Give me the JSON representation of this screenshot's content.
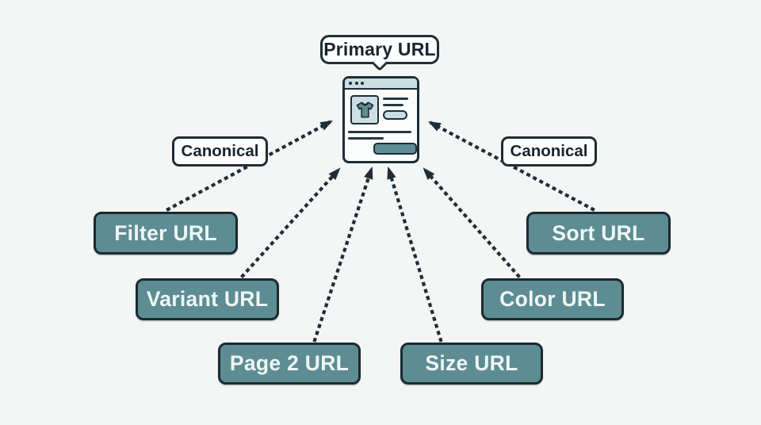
{
  "colors": {
    "background": "#f4f5f5",
    "ink": "#1f2d36",
    "teal": "#5d8d93",
    "teal_light": "#c9dfe2",
    "pill_white": "#fdfefe",
    "box_text": "#eff6f6"
  },
  "primary_page": {
    "label": "Primary URL"
  },
  "canonical": {
    "left_label": "Canonical",
    "right_label": "Canonical"
  },
  "url_nodes": [
    {
      "id": "filter-url",
      "label": "Filter URL"
    },
    {
      "id": "variant-url",
      "label": "Variant URL"
    },
    {
      "id": "page-2-url",
      "label": "Page 2 URL"
    },
    {
      "id": "size-url",
      "label": "Size URL"
    },
    {
      "id": "color-url",
      "label": "Color URL"
    },
    {
      "id": "sort-url",
      "label": "Sort URL"
    }
  ],
  "icons": {
    "browser": "product-page-browser-icon",
    "tshirt": "tshirt-icon"
  },
  "edges": [
    {
      "from": "filter-url",
      "to": "primary-page",
      "style": "dotted-arrow"
    },
    {
      "from": "variant-url",
      "to": "primary-page",
      "style": "dotted-arrow"
    },
    {
      "from": "page-2-url",
      "to": "primary-page",
      "style": "dotted-arrow"
    },
    {
      "from": "size-url",
      "to": "primary-page",
      "style": "dotted-arrow"
    },
    {
      "from": "color-url",
      "to": "primary-page",
      "style": "dotted-arrow"
    },
    {
      "from": "sort-url",
      "to": "primary-page",
      "style": "dotted-arrow"
    }
  ]
}
